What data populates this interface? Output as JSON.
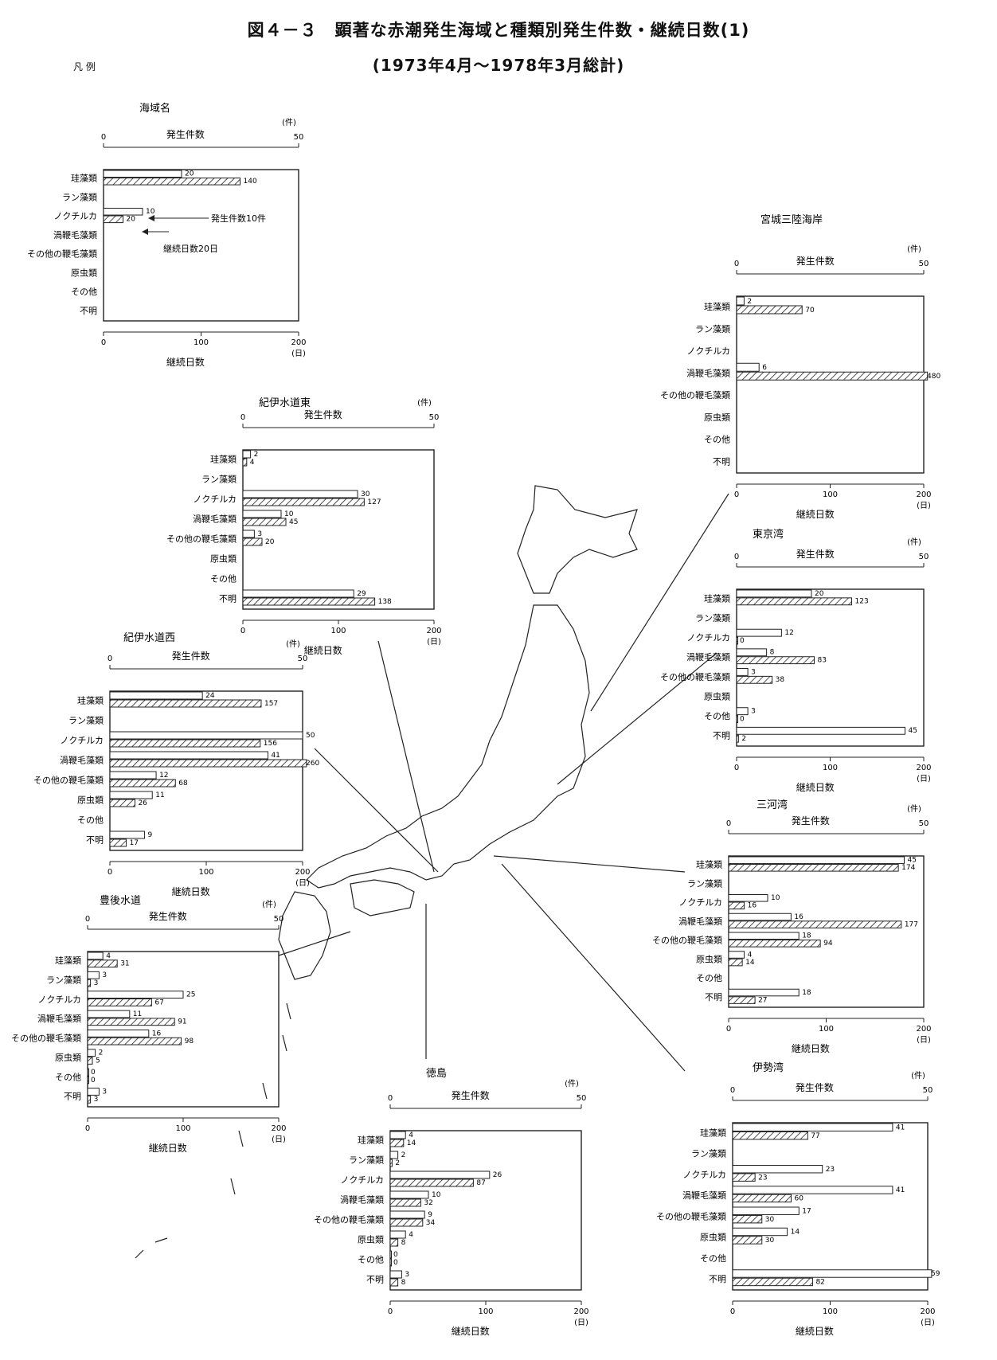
{
  "title": "図４－３　顕著な赤潮発生海域と種類別発生件数・継続日数(1)",
  "subtitle": "(1973年4月〜1978年3月総計)",
  "legend_label": "凡 例",
  "callout": {
    "count": "発生件数10件",
    "days": "継続日数20日"
  },
  "common": {
    "count_axis": "発生件数",
    "days_axis": "継続日数",
    "count_unit": "(件)",
    "days_unit": "(日)",
    "count_ticks": [
      "0",
      "50"
    ],
    "days_ticks": [
      "0",
      "100",
      "200"
    ],
    "categories": [
      "珪藻類",
      "ラン藻類",
      "ノクチルカ",
      "渦鞭毛藻類",
      "その他の鞭毛藻類",
      "原虫類",
      "その他",
      "不明"
    ],
    "count_max": 50,
    "days_max": 200
  },
  "chart_data": [
    {
      "type": "bar",
      "title": "海域名",
      "categories": [
        "珪藻類",
        "ラン藻類",
        "ノクチルカ",
        "渦鞭毛藻類",
        "その他の鞭毛藻類",
        "原虫類",
        "その他",
        "不明"
      ],
      "series": [
        {
          "name": "発生件数",
          "values": [
            20,
            null,
            10,
            null,
            null,
            null,
            null,
            null
          ]
        },
        {
          "name": "継続日数",
          "values": [
            140,
            null,
            20,
            null,
            null,
            null,
            null,
            null
          ]
        }
      ],
      "xlim_count": [
        0,
        50
      ],
      "xlim_days": [
        0,
        200
      ]
    },
    {
      "type": "bar",
      "title": "宮城三陸海岸",
      "categories": [
        "珪藻類",
        "ラン藻類",
        "ノクチルカ",
        "渦鞭毛藻類",
        "その他の鞭毛藻類",
        "原虫類",
        "その他",
        "不明"
      ],
      "series": [
        {
          "name": "発生件数",
          "values": [
            2,
            null,
            null,
            6,
            null,
            null,
            null,
            null
          ]
        },
        {
          "name": "継続日数",
          "values": [
            70,
            null,
            null,
            480,
            null,
            null,
            null,
            null
          ]
        }
      ],
      "xlim_count": [
        0,
        50
      ],
      "xlim_days": [
        0,
        200
      ]
    },
    {
      "type": "bar",
      "title": "紀伊水道東",
      "categories": [
        "珪藻類",
        "ラン藻類",
        "ノクチルカ",
        "渦鞭毛藻類",
        "その他の鞭毛藻類",
        "原虫類",
        "その他",
        "不明"
      ],
      "series": [
        {
          "name": "発生件数",
          "values": [
            2,
            null,
            30,
            10,
            3,
            null,
            null,
            29
          ]
        },
        {
          "name": "継続日数",
          "values": [
            4,
            null,
            127,
            45,
            20,
            null,
            null,
            138
          ]
        }
      ],
      "xlim_count": [
        0,
        50
      ],
      "xlim_days": [
        0,
        200
      ]
    },
    {
      "type": "bar",
      "title": "東京湾",
      "categories": [
        "珪藻類",
        "ラン藻類",
        "ノクチルカ",
        "渦鞭毛藻類",
        "その他の鞭毛藻類",
        "原虫類",
        "その他",
        "不明"
      ],
      "series": [
        {
          "name": "発生件数",
          "values": [
            20,
            null,
            12,
            8,
            3,
            null,
            3,
            45
          ]
        },
        {
          "name": "継続日数",
          "values": [
            123,
            null,
            0,
            83,
            38,
            null,
            0,
            2
          ]
        }
      ],
      "xlim_count": [
        0,
        50
      ],
      "xlim_days": [
        0,
        200
      ]
    },
    {
      "type": "bar",
      "title": "紀伊水道西",
      "categories": [
        "珪藻類",
        "ラン藻類",
        "ノクチルカ",
        "渦鞭毛藻類",
        "その他の鞭毛藻類",
        "原虫類",
        "その他",
        "不明"
      ],
      "series": [
        {
          "name": "発生件数",
          "values": [
            24,
            null,
            50,
            41,
            12,
            11,
            null,
            9
          ]
        },
        {
          "name": "継続日数",
          "values": [
            157,
            null,
            156,
            260,
            68,
            26,
            null,
            17
          ]
        }
      ],
      "xlim_count": [
        0,
        50
      ],
      "xlim_days": [
        0,
        200
      ]
    },
    {
      "type": "bar",
      "title": "三河湾",
      "categories": [
        "珪藻類",
        "ラン藻類",
        "ノクチルカ",
        "渦鞭毛藻類",
        "その他の鞭毛藻類",
        "原虫類",
        "その他",
        "不明"
      ],
      "series": [
        {
          "name": "発生件数",
          "values": [
            45,
            null,
            10,
            16,
            18,
            4,
            null,
            18
          ]
        },
        {
          "name": "継続日数",
          "values": [
            174,
            null,
            16,
            177,
            94,
            14,
            null,
            27
          ]
        }
      ],
      "xlim_count": [
        0,
        50
      ],
      "xlim_days": [
        0,
        200
      ]
    },
    {
      "type": "bar",
      "title": "豊後水道",
      "categories": [
        "珪藻類",
        "ラン藻類",
        "ノクチルカ",
        "渦鞭毛藻類",
        "その他の鞭毛藻類",
        "原虫類",
        "その他",
        "不明"
      ],
      "series": [
        {
          "name": "発生件数",
          "values": [
            4,
            3,
            25,
            11,
            16,
            2,
            0,
            3
          ]
        },
        {
          "name": "継続日数",
          "values": [
            31,
            3,
            67,
            91,
            98,
            5,
            0,
            3
          ]
        }
      ],
      "xlim_count": [
        0,
        50
      ],
      "xlim_days": [
        0,
        200
      ]
    },
    {
      "type": "bar",
      "title": "徳島",
      "categories": [
        "珪藻類",
        "ラン藻類",
        "ノクチルカ",
        "渦鞭毛藻類",
        "その他の鞭毛藻類",
        "原虫類",
        "その他",
        "不明"
      ],
      "series": [
        {
          "name": "発生件数",
          "values": [
            4,
            2,
            26,
            10,
            9,
            4,
            0,
            3
          ]
        },
        {
          "name": "継続日数",
          "values": [
            14,
            2,
            87,
            32,
            34,
            8,
            0,
            8
          ]
        }
      ],
      "xlim_count": [
        0,
        50
      ],
      "xlim_days": [
        0,
        200
      ]
    },
    {
      "type": "bar",
      "title": "伊勢湾",
      "categories": [
        "珪藻類",
        "ラン藻類",
        "ノクチルカ",
        "渦鞭毛藻類",
        "その他の鞭毛藻類",
        "原虫類",
        "その他",
        "不明"
      ],
      "series": [
        {
          "name": "発生件数",
          "values": [
            41,
            null,
            23,
            41,
            17,
            14,
            null,
            59
          ]
        },
        {
          "name": "継続日数",
          "values": [
            77,
            null,
            23,
            60,
            30,
            30,
            null,
            82
          ]
        }
      ],
      "xlim_count": [
        0,
        50
      ],
      "xlim_days": [
        0,
        200
      ]
    }
  ]
}
